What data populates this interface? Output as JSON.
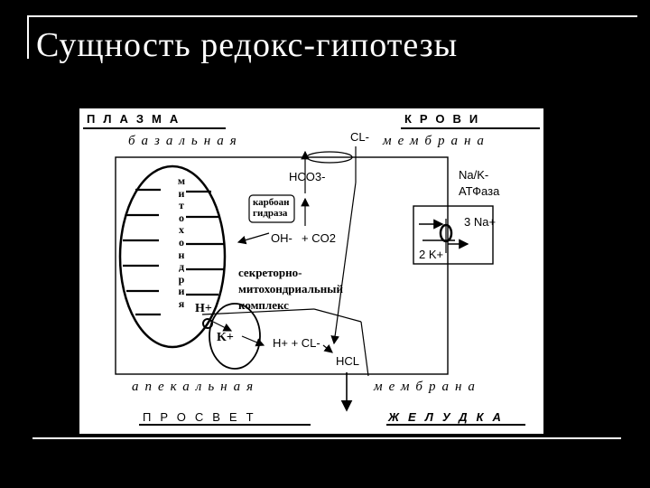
{
  "slide": {
    "title": "Сущность редокс-гипотезы"
  },
  "diagram": {
    "top_left": "ПЛАЗМА",
    "top_right": "КРОВИ",
    "basal_left": "базальная",
    "basal_right": "мембрана",
    "apical_left": "апекальная",
    "apical_right": "мембрана",
    "bottom_left": "ПРОСВЕТ",
    "bottom_right": "ЖЕЛУДКА",
    "mito_vertical": "митохондрия",
    "cl_top": "CL-",
    "hco3": "HCO3-",
    "carbonic_line1": "карбоан",
    "carbonic_line2": "гидраза",
    "oh": "OH-",
    "plus_co2": "+ CO2",
    "na_k_line1": "Na/K-",
    "na_k_line2": "АТФаза",
    "na3": "3 Na+",
    "k2": "2 K+",
    "complex_line1": "секреторно-",
    "complex_line2": "митохондриальный",
    "complex_line3": "комплекс",
    "h_plus": "H+",
    "k_plus": "K+",
    "h_cl": "H+ + CL-",
    "hcl": "HCL"
  }
}
